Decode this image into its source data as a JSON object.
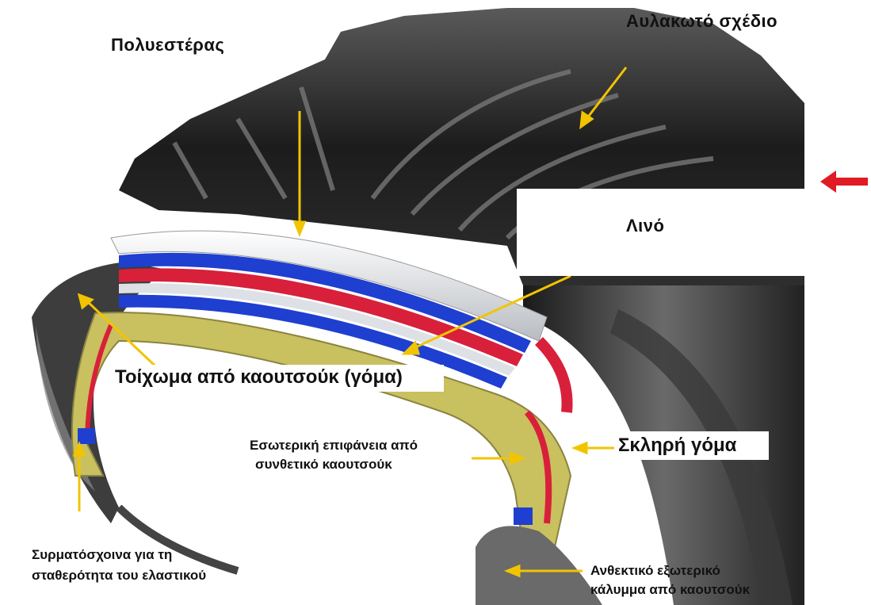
{
  "labels": {
    "polyester": "Πολυεστέρας",
    "tread": "Αυλακωτό σχέδιο",
    "linen": "Λινό",
    "sidewall": "Τοίχωμα από καουτσούκ (γόμα)",
    "inner_liner_line1": "Εσωτερική επιφάνεια από",
    "inner_liner_line2": "συνθετικό καουτσούκ",
    "hard_rubber": "Σκληρή γόμα",
    "bead_wire_line1": "Συρματόσχοινα για τη",
    "bead_wire_line2": "σταθερότητα του ελαστικού",
    "outer_cover_line1": "Ανθεκτικό εξωτερικό",
    "outer_cover_line2": "κάλυμμα από καουτσούκ"
  },
  "colors": {
    "arrow": "#f2c400",
    "red_arrow": "#e01b24",
    "tire_dark": "#2b2b2b",
    "ply_blue": "#1f3fd0",
    "ply_red": "#d8203a",
    "rubber_yellow": "#c9c060",
    "steel_white": "#e9ecef"
  },
  "icons": [
    "yellow-pointer-arrow",
    "red-pointer-arrow"
  ]
}
